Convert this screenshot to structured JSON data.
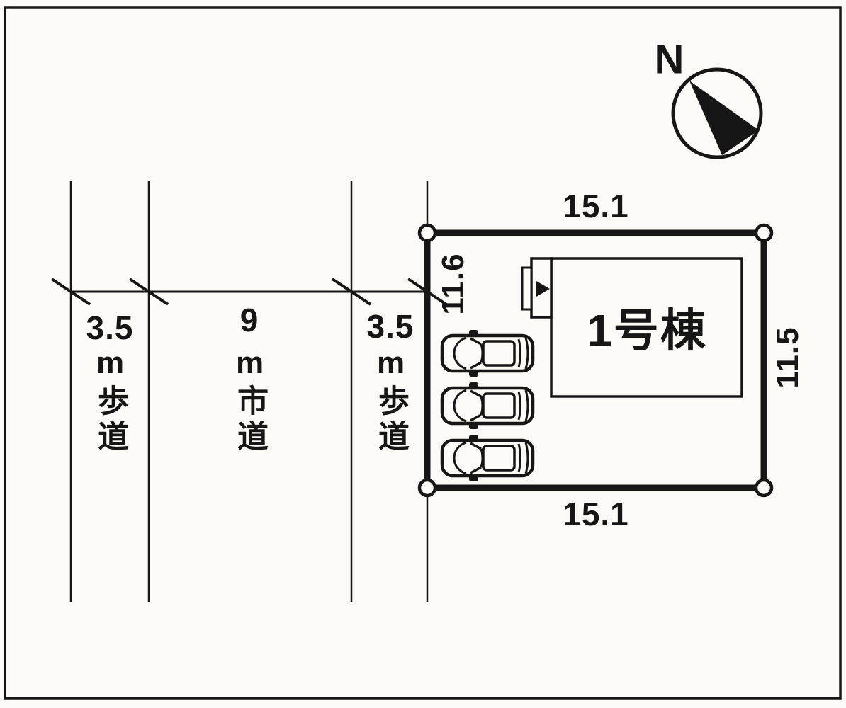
{
  "compass": {
    "north_label": "N"
  },
  "roads": {
    "sidewalk_left": {
      "width": "3.5",
      "name": "m歩道"
    },
    "city_road": {
      "width": "9",
      "name": "m市道"
    },
    "sidewalk_right": {
      "width": "3.5",
      "name": "m歩道"
    }
  },
  "plot": {
    "top_dim": "15.1",
    "bottom_dim": "15.1",
    "left_dim": "11.6",
    "right_dim": "11.5"
  },
  "building": {
    "label": "1号棟"
  },
  "parking": {
    "car_count": 3
  },
  "colors": {
    "ink": "#161616",
    "paper": "#fbfaf7"
  }
}
